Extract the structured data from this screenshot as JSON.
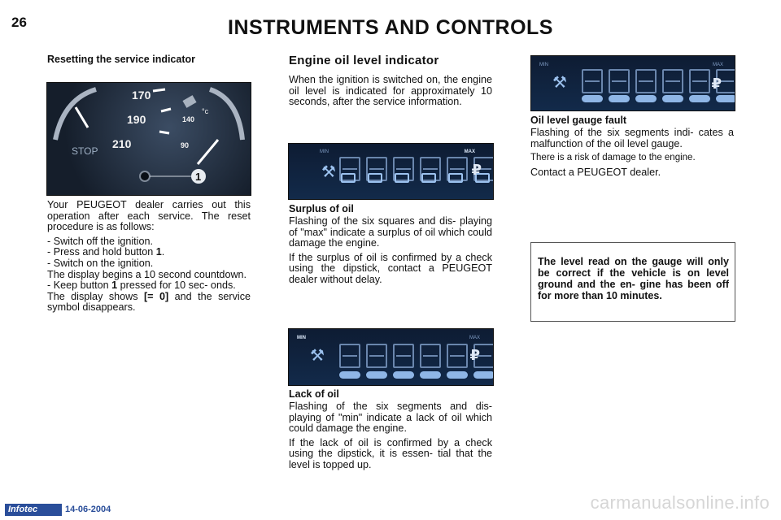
{
  "page_number": "26",
  "title": "INSTRUMENTS AND CONTROLS",
  "col1": {
    "heading": "Resetting the service indicator",
    "figure": {
      "labels": [
        "170",
        "190",
        "210",
        "140",
        "90",
        "°c",
        "STOP",
        "1"
      ]
    },
    "intro": "Your PEUGEOT dealer carries out this operation after each service. The reset procedure is as follows:",
    "steps": [
      "- Switch off the ignition.",
      "- Press and hold button ",
      "- Switch on the ignition."
    ],
    "step2_bold": "1",
    "step2_end": ".",
    "countdown": "The display begins a 10 second countdown.",
    "keep_prefix": "- Keep button ",
    "keep_bold": "1",
    "keep_suffix": " pressed for 10 sec- onds.",
    "display_prefix": "The display shows ",
    "display_bold": "[= 0]",
    "display_suffix": " and the service symbol disappears."
  },
  "col2": {
    "heading": "Engine oil level indicator",
    "intro": "When the ignition is switched on, the engine oil level is indicated for approximately 10 seconds, after the service information.",
    "lcd_labels": [
      "MIN",
      "MAX"
    ],
    "surplus_heading": "Surplus of oil",
    "surplus_p1": "Flashing of the six squares and dis- playing of \"max\" indicate a surplus of oil which could damage the engine.",
    "surplus_p2": "If the surplus of oil is confirmed by a check using the dipstick, contact a PEUGEOT dealer without delay.",
    "lack_heading": "Lack of oil",
    "lack_p1": "Flashing of the six segments and dis- playing of \"min\" indicate a lack of oil which could damage the engine.",
    "lack_p2": "If the lack of oil is confirmed by a check using the dipstick, it is essen- tial that the level is topped up."
  },
  "col3": {
    "fault_heading": "Oil level gauge fault",
    "fault_p1": "Flashing of the six segments indi- cates a malfunction of the oil level gauge.",
    "fault_p2": "There is a risk of damage to the engine.",
    "fault_p3": "Contact a PEUGEOT dealer.",
    "note": "The level read on the gauge will only be correct if the vehicle is on level ground and the en- gine has been off for more than 10 minutes."
  },
  "footer": {
    "logo": "Infotec",
    "date": "14-06-2004",
    "watermark": "carmanualsonline.info"
  },
  "colors": {
    "lcd_bg": "#0e1c33",
    "segment": "#6a86ad",
    "pill": "#8fb6e6",
    "footer_blue": "#2a4e9a"
  }
}
